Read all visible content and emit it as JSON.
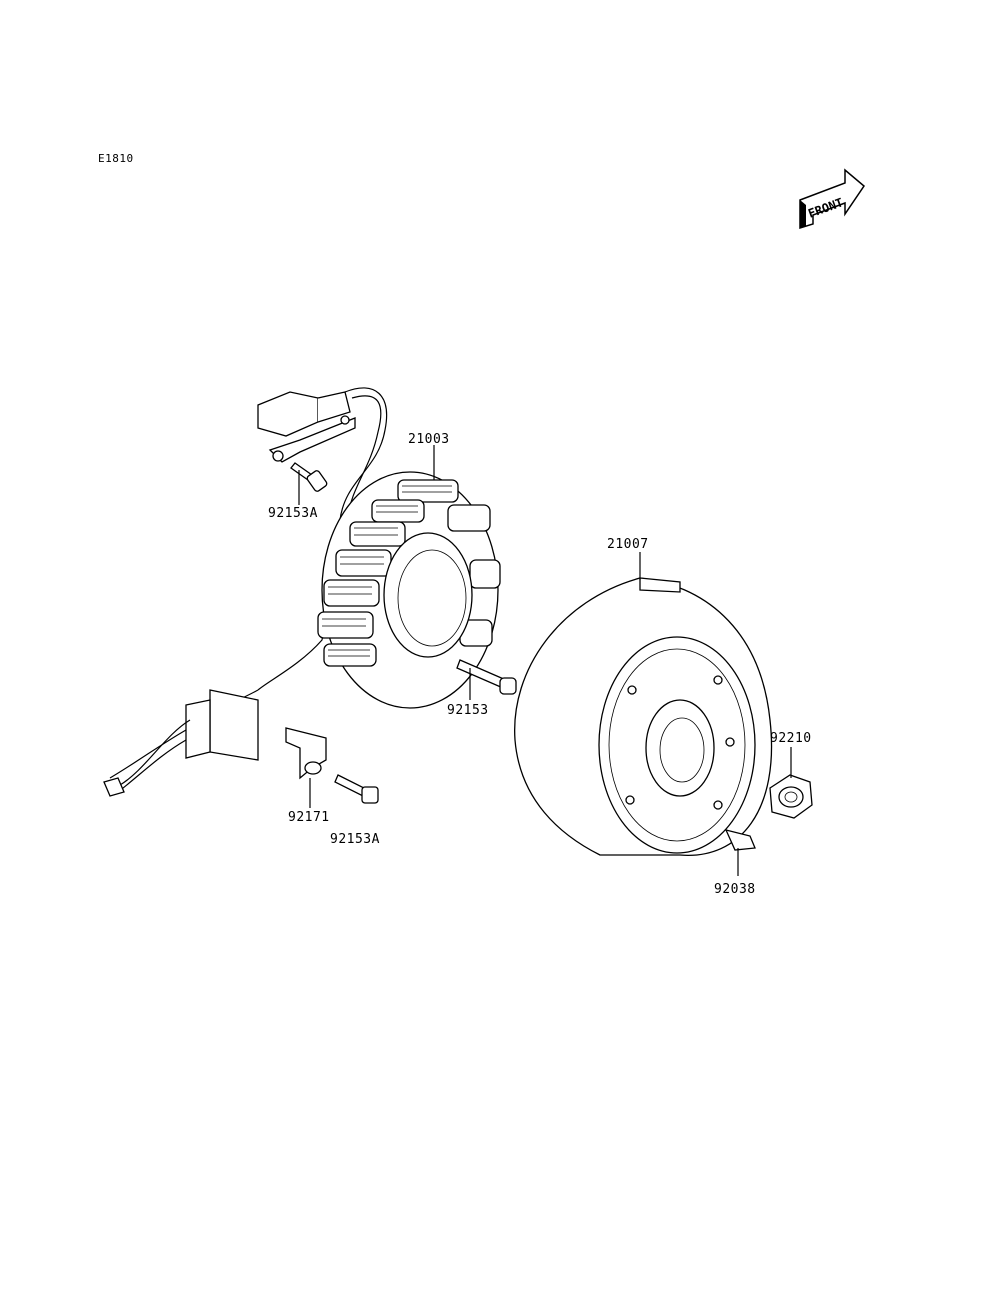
{
  "diagram_code": "E1810",
  "front_label": "FRONT",
  "parts": {
    "p21003": "21003",
    "p21007": "21007",
    "p92153": "92153",
    "p92153A_top": "92153A",
    "p92153A_bottom": "92153A",
    "p92171": "92171",
    "p92210": "92210",
    "p92038": "92038"
  }
}
